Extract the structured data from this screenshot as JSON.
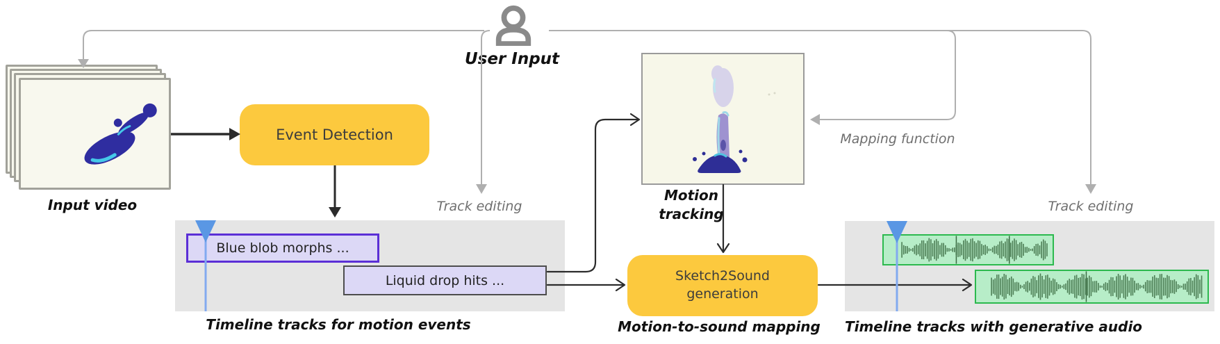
{
  "user": {
    "label": "User Input"
  },
  "input_video": {
    "caption": "Input video"
  },
  "event_detection": {
    "label": "Event Detection"
  },
  "annotations": {
    "track_editing_left": "Track editing",
    "track_editing_right": "Track editing",
    "mapping_function": "Mapping function",
    "motion_tracking": "Motion tracking"
  },
  "timeline_motion": {
    "clips": [
      {
        "label": "Blue blob morphs ..."
      },
      {
        "label": "Liquid drop hits ..."
      }
    ],
    "caption": "Timeline tracks for motion events"
  },
  "sketch2sound": {
    "label": "Sketch2Sound generation",
    "caption": "Motion-to-sound mapping"
  },
  "timeline_audio": {
    "caption": "Timeline tracks with generative audio"
  },
  "colors": {
    "accent_yellow": "#fcc93e",
    "event_purple_border": "#5b2fd6",
    "event_fill": "#dcd8f6",
    "audio_green_border": "#2cb94e",
    "audio_green_fill": "#b7edc8",
    "waveform_green": "#4d7e55",
    "playhead_blue": "#5a97e4",
    "connector_gray": "#afafaf",
    "panel_gray": "#e5e5e5"
  }
}
